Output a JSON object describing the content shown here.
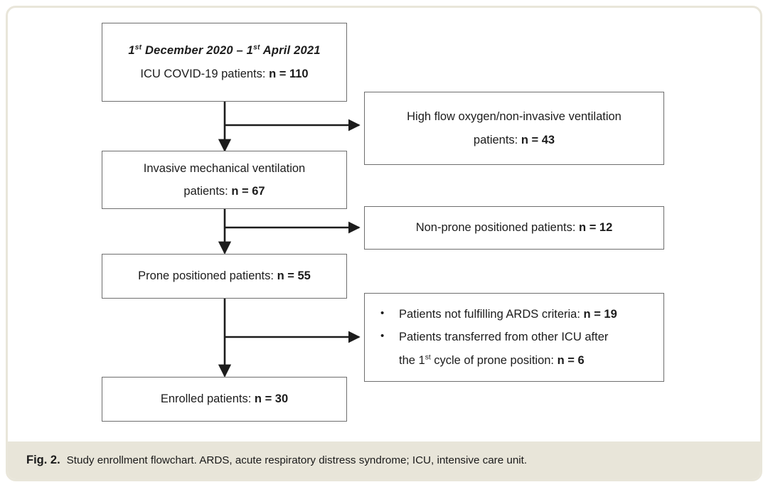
{
  "figure": {
    "caption_label": "Fig. 2.",
    "caption_text": "Study enrollment flowchart. ARDS, acute respiratory distress syndrome; ICU, intensive care unit.",
    "border_color": "#e9e6da",
    "caption_background": "#e8e5d9",
    "box_border_color": "#6e6e6e",
    "connector_color": "#1c1c1c"
  },
  "flowchart": {
    "type": "flowchart",
    "main_nodes": [
      {
        "id": "screened",
        "line1": "1st December 2020 – 1st April 2021",
        "line1_parts": {
          "pre1": "1",
          "sup1": "st",
          "mid": " December 2020 – 1",
          "sup2": "st",
          "post": " April 2021"
        },
        "line2_label": "ICU COVID-19 patients: ",
        "line2_value": "n = 110",
        "n": 110
      },
      {
        "id": "invasive-ventilation",
        "line1": "Invasive mechanical ventilation",
        "line2_label": "patients: ",
        "line2_value": "n = 67",
        "n": 67
      },
      {
        "id": "prone-positioned",
        "line1_label": "Prone positioned patients: ",
        "line1_value": "n = 55",
        "n": 55
      },
      {
        "id": "enrolled",
        "line1_label": "Enrolled patients: ",
        "line1_value": "n = 30",
        "n": 30
      }
    ],
    "excluded_nodes": [
      {
        "id": "high-flow-oxygen",
        "line1": "High flow oxygen/non-invasive ventilation",
        "line2_label": "patients: ",
        "line2_value": "n = 43",
        "n": 43
      },
      {
        "id": "non-prone",
        "line1_label": "Non-prone positioned patients: ",
        "line1_value": "n = 12",
        "n": 12
      }
    ],
    "excluded_bullets": {
      "id": "other-exclusions",
      "bullet_marker": "•",
      "items": [
        {
          "label": "Patients not fulfilling ARDS criteria: ",
          "value": "n = 19",
          "n": 19
        },
        {
          "label_line1": "Patients transferred from other ICU after",
          "label_line2_pre": "the 1",
          "label_line2_sup": "st",
          "label_line2_post": " cycle of prone position: ",
          "value": "n = 6",
          "n": 6
        }
      ]
    }
  }
}
